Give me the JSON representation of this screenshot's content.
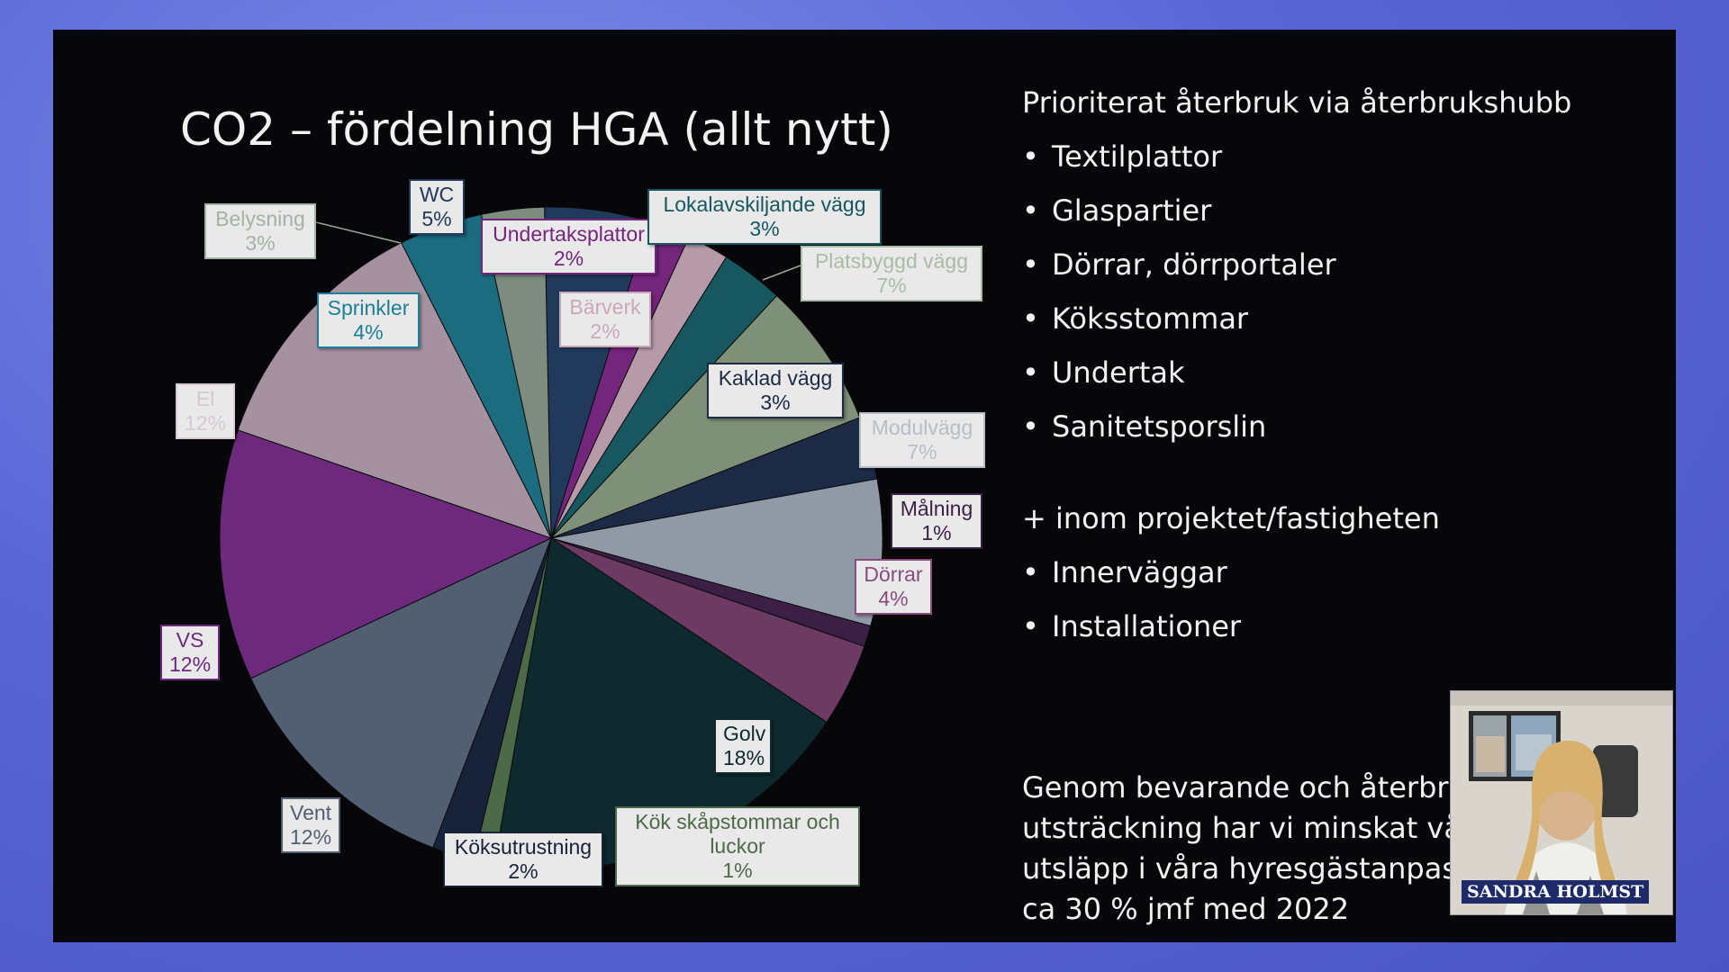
{
  "slide": {
    "title": "CO2 – fördelning HGA (allt nytt)",
    "right": {
      "heading": "Prioriterat återbruk via återbrukshubb",
      "list1": [
        "Textilplattor",
        "Glaspartier",
        "Dörrar, dörrportaler",
        "Köksstommar",
        "Undertak",
        "Sanitetsporslin"
      ],
      "subheading": "+ inom projektet/fastigheten",
      "list2": [
        "Innerväggar",
        "Installationer"
      ],
      "paragraph": [
        "Genom bevarande och återbruk",
        "utsträckning har vi minskat våra",
        "utsläpp i våra hyresgästanpassn",
        "ca  30 % jmf med 2022"
      ]
    },
    "bullet_char": "•",
    "webcam": {
      "name": "SANDRA HOLMST"
    }
  },
  "chart_data": {
    "type": "pie",
    "title": "CO2 – fördelning HGA (allt nytt)",
    "slices": [
      {
        "name": "WC",
        "label": "WC",
        "value_label": "5%",
        "value": 5,
        "color": "#213a5c"
      },
      {
        "name": "Undertaksplattor",
        "label": "Undertaksplattor",
        "value_label": "2%",
        "value": 2,
        "color": "#74257c"
      },
      {
        "name": "Bärverk",
        "label": "Bärverk",
        "value_label": "2%",
        "value": 2,
        "color": "#b69aa8"
      },
      {
        "name": "Lokalavskiljande vägg",
        "label": "Lokalavskiljande vägg",
        "value_label": "3%",
        "value": 3,
        "color": "#17575f"
      },
      {
        "name": "Platsbyggd vägg",
        "label": "Platsbyggd vägg",
        "value_label": "7%",
        "value": 7,
        "color": "#7e9077"
      },
      {
        "name": "Kaklad vägg",
        "label": "Kaklad vägg",
        "value_label": "3%",
        "value": 3,
        "color": "#1c2a45"
      },
      {
        "name": "Modulvägg",
        "label": "Modulvägg",
        "value_label": "7%",
        "value": 7,
        "color": "#909aa6"
      },
      {
        "name": "Målning",
        "label": "Målning",
        "value_label": "1%",
        "value": 1,
        "color": "#3c1f44"
      },
      {
        "name": "Dörrar",
        "label": "Dörrar",
        "value_label": "4%",
        "value": 4,
        "color": "#6c3a62"
      },
      {
        "name": "Golv",
        "label": "Golv",
        "value_label": "18%",
        "value": 18,
        "color": "#0e2a2e"
      },
      {
        "name": "Kök skåpstommar och luckor",
        "label": "Kök skåpstommar och luckor",
        "value_label": "1%",
        "value": 1,
        "color": "#4d6a48"
      },
      {
        "name": "Köksutrustning",
        "label": "Köksutrustning",
        "value_label": "2%",
        "value": 2,
        "color": "#18233a"
      },
      {
        "name": "Vent",
        "label": "Vent",
        "value_label": "12%",
        "value": 12,
        "color": "#525e72"
      },
      {
        "name": "VS",
        "label": "VS",
        "value_label": "12%",
        "value": 12,
        "color": "#6d2a7d"
      },
      {
        "name": "El",
        "label": "El",
        "value_label": "12%",
        "value": 12,
        "color": "#a5919f"
      },
      {
        "name": "Sprinkler",
        "label": "Sprinkler",
        "value_label": "4%",
        "value": 4,
        "color": "#1c6c80"
      },
      {
        "name": "Belysning",
        "label": "Belysning",
        "value_label": "3%",
        "value": 3,
        "color": "#7d8c7e"
      }
    ],
    "label_colors": {
      "WC": "#213a5c",
      "Undertaksplattor": "#74257c",
      "Bärverk": "#c8a8b8",
      "Lokalavskiljande vägg": "#17575f",
      "Platsbyggd vägg": "#aabba6",
      "Kaklad vägg": "#1c2a45",
      "Modulvägg": "#b8bec6",
      "Målning": "#3c1f44",
      "Dörrar": "#8a4b7e",
      "Golv": "#0e2a2e",
      "Kök skåpstommar och luckor": "#4d6a48",
      "Köksutrustning": "#18233a",
      "Vent": "#525e72",
      "VS": "#6d2a7d",
      "El": "#d8c8d2",
      "Sprinkler": "#1c7e96",
      "Belysning": "#a4b2a6"
    }
  }
}
